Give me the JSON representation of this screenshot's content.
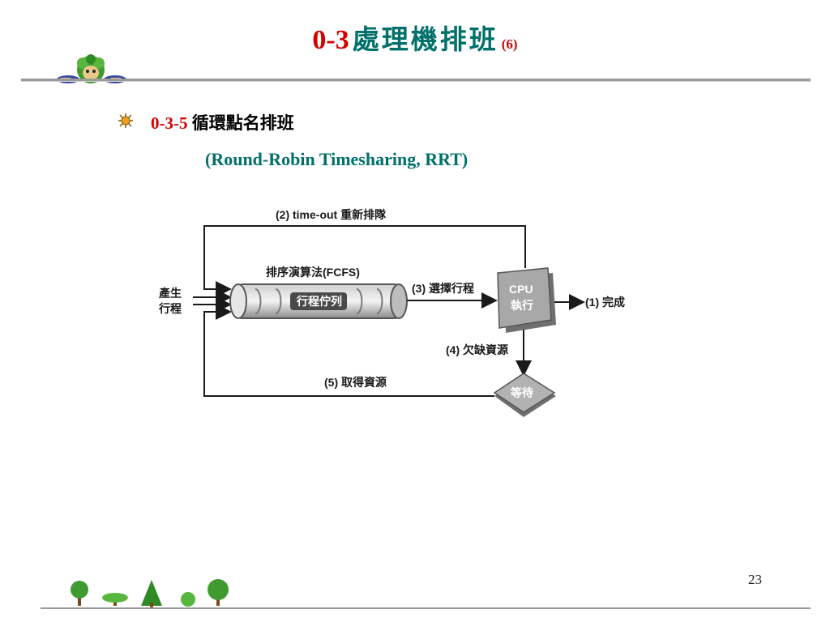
{
  "slide": {
    "title": {
      "number": "0-3",
      "text": "處理機排班",
      "part": "(6)"
    },
    "subtitle": {
      "number": "0-3-5",
      "text": "循環點名排班",
      "english": "(Round-Robin Timesharing, RRT)"
    },
    "page_number": "23"
  },
  "diagram": {
    "label_timeout": "(2) time-out 重新排隊",
    "label_algorithm": "排序演算法(FCFS)",
    "label_create_line1": "產生",
    "label_create_line2": "行程",
    "queue_label": "行程佇列",
    "label_select": "(3) 選擇行程",
    "cpu_line1": "CPU",
    "cpu_line2": "執行",
    "label_done": "(1) 完成",
    "label_lack": "(4) 欠缺資源",
    "label_get": "(5) 取得資源",
    "wait_label": "等待"
  },
  "colors": {
    "accent_red": "#d40000",
    "accent_teal": "#00706a",
    "box_gray": "#9a9a9a"
  }
}
